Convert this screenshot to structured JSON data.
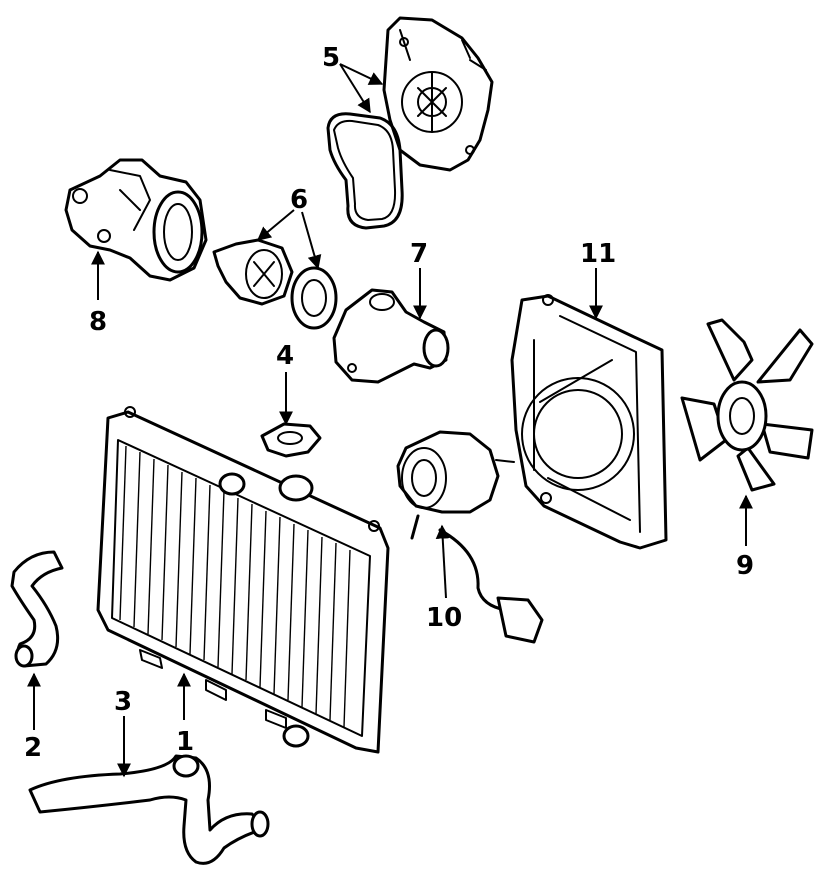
{
  "diagram": {
    "colors": {
      "ink": "#000000",
      "paper": "#ffffff"
    },
    "callouts": [
      {
        "id": "1",
        "label": "1"
      },
      {
        "id": "2",
        "label": "2"
      },
      {
        "id": "3",
        "label": "3"
      },
      {
        "id": "4",
        "label": "4"
      },
      {
        "id": "5",
        "label": "5"
      },
      {
        "id": "6",
        "label": "6"
      },
      {
        "id": "7",
        "label": "7"
      },
      {
        "id": "8",
        "label": "8"
      },
      {
        "id": "9",
        "label": "9"
      },
      {
        "id": "10",
        "label": "10"
      },
      {
        "id": "11",
        "label": "11"
      }
    ]
  }
}
